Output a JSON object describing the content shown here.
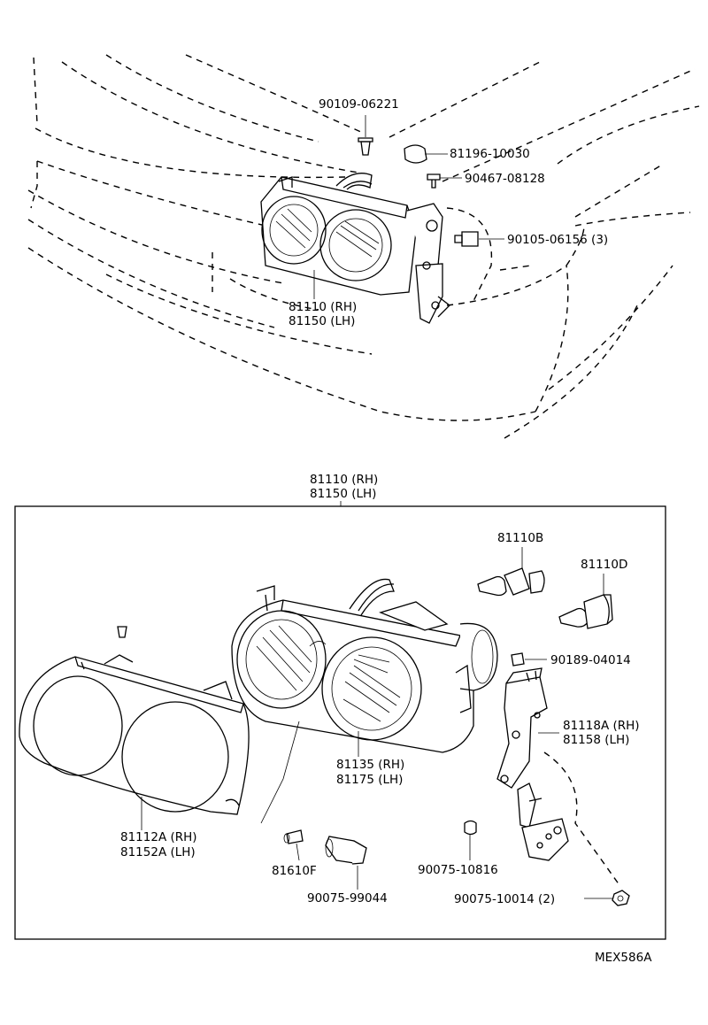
{
  "top_view": {
    "labels": {
      "bolt": "90109-06221",
      "clip": "81196-10030",
      "screw": "90467-08128",
      "bolt3": "90105-06156 (3)",
      "headlamp_rh": "81110 (RH)",
      "headlamp_lh": "81150 (LH)"
    }
  },
  "exploded_view": {
    "title_rh": "81110 (RH)",
    "title_lh": "81150 (LH)",
    "labels": {
      "bulb_b": "81110B",
      "bulb_d": "81110D",
      "nut": "90189-04014",
      "bracket_rh": "81118A (RH)",
      "bracket_lh": "81158    (LH)",
      "reflector_rh": "81135 (RH)",
      "reflector_lh": "81175 (LH)",
      "lens_rh": "81112A (RH)",
      "lens_lh": "81152A (LH)",
      "bulb_small": "81610F",
      "socket": "90075-99044",
      "grommet": "90075-10816",
      "nut2": "90075-10014 (2)"
    }
  },
  "footer": {
    "code": "MEX586A"
  }
}
